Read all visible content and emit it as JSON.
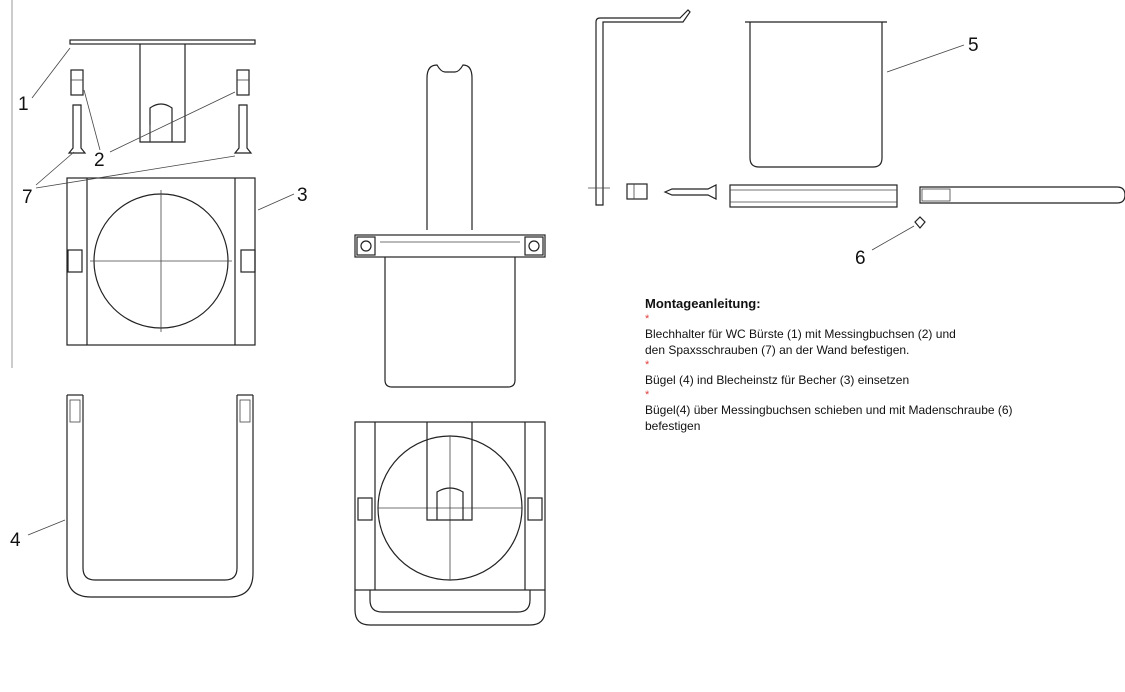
{
  "part_labels": {
    "p1": "1",
    "p2": "2",
    "p3": "3",
    "p4": "4",
    "p5": "5",
    "p6": "6",
    "p7": "7"
  },
  "instructions": {
    "title": "Montageanleitung:",
    "bullet": "*",
    "steps": [
      {
        "line1": "Blechhalter für WC Bürste (1) mit Messingbuchsen (2) und",
        "line2": "den Spaxsschrauben (7) an der Wand befestigen."
      },
      {
        "line1": "Bügel (4) ind Blecheinstz für Becher (3) einsetzen",
        "line2": ""
      },
      {
        "line1": "Bügel(4) über Messingbuchsen schieben und mit Madenschraube (6)",
        "line2": "befestigen"
      }
    ]
  },
  "colors": {
    "bullet": "#e04040",
    "line": "#222222"
  }
}
